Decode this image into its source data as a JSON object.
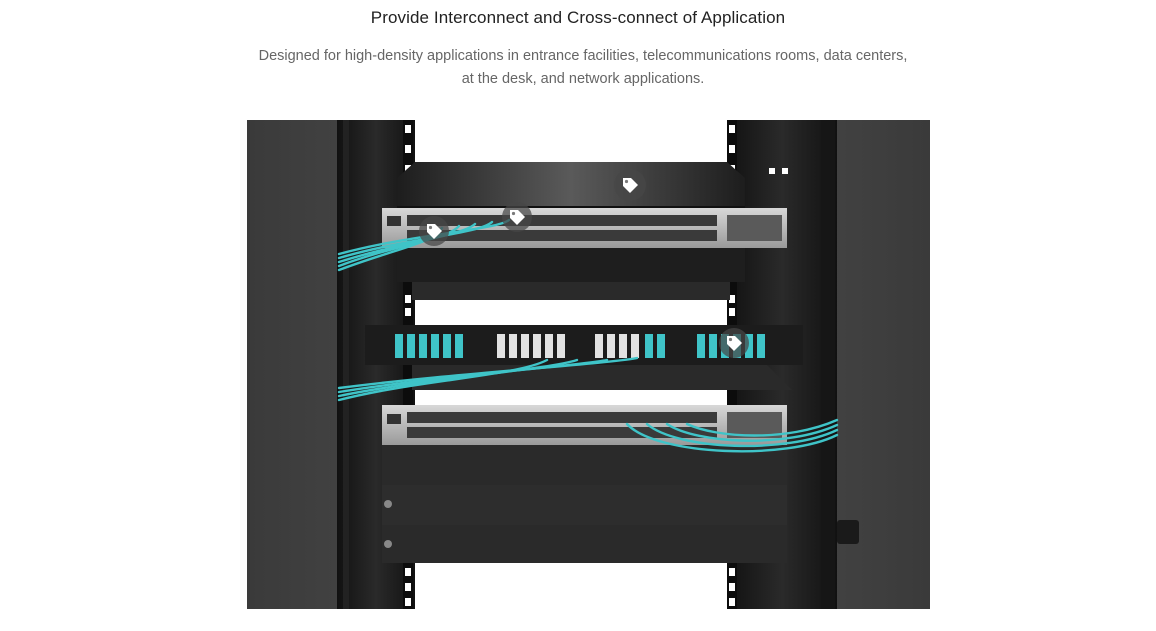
{
  "header": {
    "title": "Provide Interconnect and Cross-connect of Application",
    "description": "Designed for high-density applications in entrance facilities, telecommunications rooms, data centers, at the desk, and network applications."
  },
  "product_image": {
    "hotspot_icon": "price-tag-icon",
    "hotspots": [
      {
        "name": "hotspot-top-panel"
      },
      {
        "name": "hotspot-switch-ports"
      },
      {
        "name": "hotspot-switch-left"
      },
      {
        "name": "hotspot-cassette"
      }
    ]
  },
  "colors": {
    "title": "#222222",
    "description": "#666666",
    "fiber": "#3fc4c8",
    "rack": "#1c1c1c",
    "backdrop": "#4a4a4a"
  }
}
